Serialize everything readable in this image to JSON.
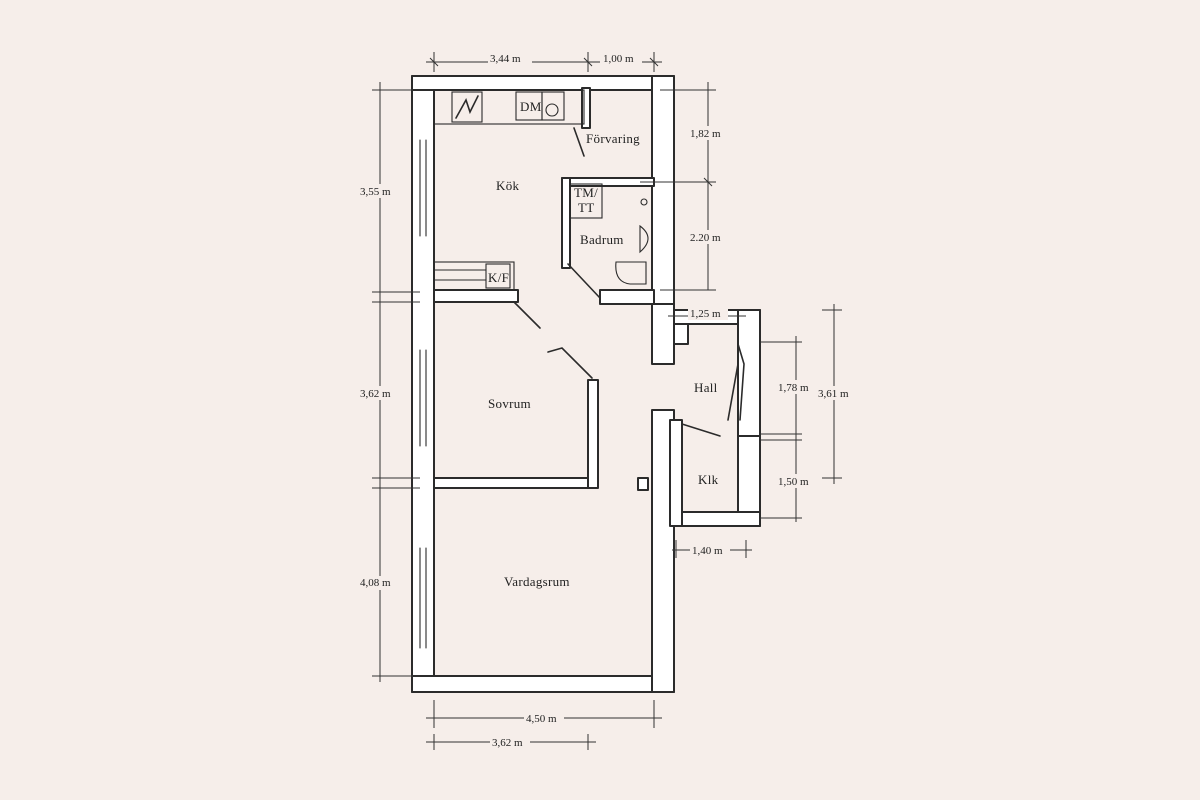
{
  "rooms": {
    "kok": "Kök",
    "forvaring": "Förvaring",
    "badrum": "Badrum",
    "sovrum": "Sovrum",
    "hall": "Hall",
    "klk": "Klk",
    "vardagsrum": "Vardagsrum"
  },
  "fixtures": {
    "dm": "DM",
    "tm_line1": "TM/",
    "tm_line2": "TT",
    "kf": "K/F"
  },
  "dimensions": {
    "top_left": "3,44 m",
    "top_right": "1,00 m",
    "left_kok": "3,55 m",
    "left_sovrum": "3,62 m",
    "left_vardagsrum": "4,08 m",
    "right_forvaring": "1,82 m",
    "right_badrum": "2.20 m",
    "hall_width": "1,25 m",
    "hall_height": "1,78 m",
    "hall_total": "3,61 m",
    "klk_height": "1,50 m",
    "klk_width": "1,40 m",
    "bottom_vardagsrum": "4,50 m",
    "bottom_sovrum": "3,62 m"
  },
  "colors": {
    "background": "#f6eeea",
    "wall_fill": "#ffffff",
    "line": "#2b2b2b"
  }
}
